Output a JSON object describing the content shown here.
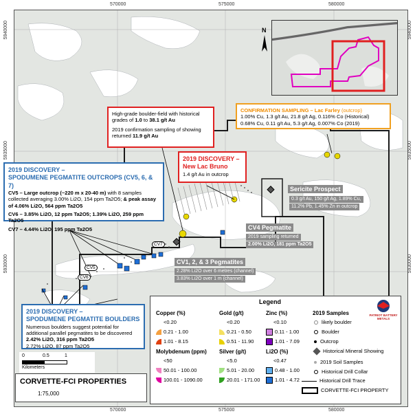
{
  "coords": {
    "top": [
      "570000",
      "575000",
      "580000"
    ],
    "bottom": [
      "570000",
      "575000",
      "580000"
    ],
    "left": [
      "5940000",
      "5935000",
      "5930000"
    ],
    "right": [
      "5940000",
      "5935000",
      "5930000"
    ]
  },
  "callouts": {
    "boulder_field": {
      "line1": "High-grade boulder-field  with historical grades of",
      "line1b": "1.0",
      "line1c": "to",
      "line1d": "38.1 g/t Au",
      "line2": "2019 confirmation sampling of showing returned",
      "line2b": "11.9 g/t Au"
    },
    "lac_farley": {
      "title": "CONFIRMATION SAMPLING – Lac Farley",
      "title_suffix": "(outcrop)",
      "line1": "1.00% Cu, 1.3 g/t Au, 21.8 g/t Ag, 0.116% Co (Historical)",
      "line2": "0.68% Cu, 0.11 g/t Au, 5.3 g/t Ag, 0.007% Co (2019)"
    },
    "lac_bruno": {
      "title1": "2019 DISCOVERY –",
      "title2": "New Lac Bruno",
      "line1": "1.4 g/t Au in outcrop"
    },
    "outcrops": {
      "title1": "2019 DISCOVERY –",
      "title2": "SPODUMENE PEGMATITE OUTCROPS (CV5, 6, & 7)",
      "cv5a": "CV5 – Large outcrop (~220 m x 20-40 m)",
      "cv5b": "with 8 samples collected averaging 3.00% Li2O, 154 ppm Ta2O5;",
      "cv5c": "& peak assay of 4.06% Li2O, 564 ppm Ta2O5",
      "cv6": "CV6 – 3.85% Li2O, 12 ppm Ta2O5; 1.39% Li2O, 259 ppm Ta2O5",
      "cv7": "CV7 – 4.44% Li2O, 195 ppm Ta2O5"
    },
    "boulders": {
      "title1": "2019 DISCOVERY –",
      "title2": "SPODUMENE PEGMATITE BOULDERS",
      "line1": "Numerous boulders suggest potential for additional parallel pegmatites to be discovered",
      "line2": "2.42% Li2O, 316 ppm Ta2O5",
      "line3": "2.72% Li2O, 87 ppm Ta2O5"
    }
  },
  "labels": {
    "sericite": "Sericite Prospect",
    "sericite_sub1": "0.3 g/t Au, 150 g/t Ag, 1.89% Cu,",
    "sericite_sub2": "11.2% Pb, 1.45% Zn in outcrop",
    "cv4": "CV4 Pegmatite",
    "cv4_sub1": "2019 sampling returned",
    "cv4_sub2": "2.00% Li2O, 181 ppm Ta2O5",
    "cv123": "CV1, 2, & 3 Pegmatites",
    "cv123_sub1": "2.28% Li2O over 6 metres (channel)",
    "cv123_sub2": "3.83% Li2O over 1 m (channel)",
    "cv5": "CV5",
    "cv6": "CV6",
    "cv7": "CV7"
  },
  "scalebar": {
    "ticks": [
      "0",
      "0.5",
      "1"
    ],
    "unit": "Kilometers"
  },
  "title_box": {
    "title": "CORVETTE-FCI PROPERTIES",
    "scale": "1:75,000"
  },
  "legend": {
    "title": "Legend",
    "copper": {
      "header": "Copper (%)",
      "items": [
        "<0.20",
        "0.21 - 1.00",
        "1.01 - 8.15"
      ]
    },
    "gold": {
      "header": "Gold (g/t)",
      "items": [
        "<0.20",
        "0.21 - 0.50",
        "0.51 - 11.90"
      ]
    },
    "zinc": {
      "header": "Zinc (%)",
      "items": [
        "<0.10",
        "0.11 - 1.00",
        "1.01 - 7.09"
      ]
    },
    "molybdenum": {
      "header": "Molybdenum (ppm)",
      "items": [
        "<50",
        "50.01 - 100.00",
        "100.01 - 1090.00"
      ]
    },
    "silver": {
      "header": "Silver (g/t)",
      "items": [
        "<5.0",
        "5.01 - 20.00",
        "20.01 - 171.00"
      ]
    },
    "li2o": {
      "header": "Li2O (%)",
      "items": [
        "<0.47",
        "0.48 - 1.00",
        "1.01 - 4.72"
      ]
    },
    "samples": {
      "header": "2019 Samples",
      "items": [
        "likely boulder",
        "Boulder",
        "Outcrop"
      ]
    },
    "other": [
      "Historical Mineral Showing",
      "2019 Soil Samples",
      "Historical Drill Collar",
      "Historical Drill Trace",
      "CORVETTE-FCI PROPERTY"
    ],
    "logo": "PATRIOT BATTERY METALS"
  },
  "colors": {
    "water": "#ffffff",
    "land": "#e3e6e2",
    "boundary": "#1a1a1a",
    "red_callout": "#e02020",
    "orange_callout": "#f0a020",
    "blue_callout": "#2b6cb0",
    "li_blue": "#1f6fd6",
    "inset_magenta": "#e000c0"
  }
}
